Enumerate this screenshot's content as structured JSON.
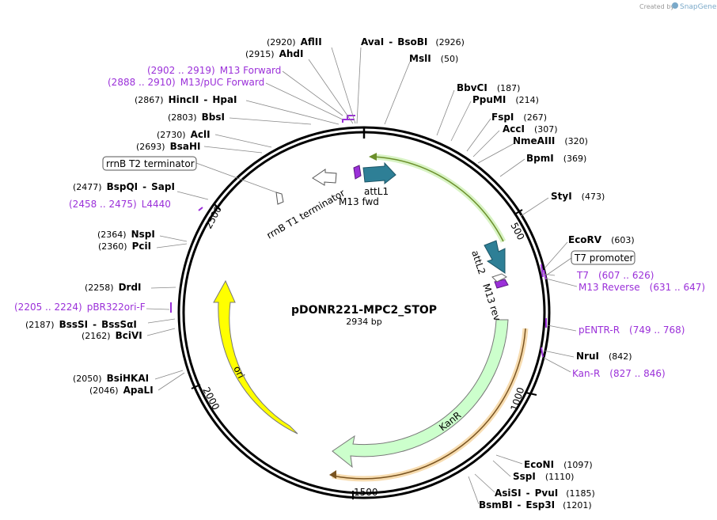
{
  "credit": {
    "prefix": "Created by",
    "brand": "SnapGene"
  },
  "plasmid": {
    "name": "pDONR221-MPC2_STOP",
    "size_text": "2934 bp",
    "length": 2934
  },
  "ticks": [
    "500",
    "1000",
    "1500",
    "2000",
    "2500"
  ],
  "enzymes": [
    {
      "name": "AflII",
      "pos": "(2920)"
    },
    {
      "name": "AhdI",
      "pos": "(2915)"
    },
    {
      "name": "AvaI",
      "sep": "-",
      "name2": "BsoBI",
      "pos": "(2926)"
    },
    {
      "name": "MslI",
      "pos": "(50)"
    },
    {
      "name": "HincII",
      "sep": "-",
      "name2": "HpaI",
      "pos": "(2867)"
    },
    {
      "name": "BbsI",
      "pos": "(2803)"
    },
    {
      "name": "AclI",
      "pos": "(2730)"
    },
    {
      "name": "BsaHI",
      "pos": "(2693)"
    },
    {
      "name": "BbvCI",
      "pos": "(187)"
    },
    {
      "name": "PpuMI",
      "pos": "(214)"
    },
    {
      "name": "FspI",
      "pos": "(267)"
    },
    {
      "name": "AccI",
      "pos": "(307)"
    },
    {
      "name": "NmeAIII",
      "pos": "(320)"
    },
    {
      "name": "BpmI",
      "pos": "(369)"
    },
    {
      "name": "StyI",
      "pos": "(473)"
    },
    {
      "name": "BspQI",
      "sep": "-",
      "name2": "SapI",
      "pos": "(2477)"
    },
    {
      "name": "NspI",
      "pos": "(2364)"
    },
    {
      "name": "PciI",
      "pos": "(2360)"
    },
    {
      "name": "DrdI",
      "pos": "(2258)"
    },
    {
      "name": "BssSI",
      "sep": "-",
      "name2": "BssSαI",
      "pos": "(2187)"
    },
    {
      "name": "BciVI",
      "pos": "(2162)"
    },
    {
      "name": "BsiHKAI",
      "pos": "(2050)"
    },
    {
      "name": "ApaLI",
      "pos": "(2046)"
    },
    {
      "name": "EcoRV",
      "pos": "(603)"
    },
    {
      "name": "NruI",
      "pos": "(842)"
    },
    {
      "name": "EcoNI",
      "pos": "(1097)"
    },
    {
      "name": "SspI",
      "pos": "(1110)"
    },
    {
      "name": "AsiSI",
      "sep": "-",
      "name2": "PvuI",
      "pos": "(1185)"
    },
    {
      "name": "BsmBI",
      "sep": "-",
      "name2": "Esp3I",
      "pos": "(1201)"
    }
  ],
  "primers": [
    {
      "name": "M13 Forward",
      "range": "(2902 .. 2919)"
    },
    {
      "name": "M13/pUC Forward",
      "range": "(2888 .. 2910)"
    },
    {
      "name": "L4440",
      "range": "(2458 .. 2475)"
    },
    {
      "name": "pBR322ori-F",
      "range": "(2205 .. 2224)"
    },
    {
      "name": "T7",
      "range": "(607 .. 626)"
    },
    {
      "name": "M13 Reverse",
      "range": "(631 .. 647)"
    },
    {
      "name": "pENTR-R",
      "range": "(749 .. 768)"
    },
    {
      "name": "Kan-R",
      "range": "(827 .. 846)"
    }
  ],
  "boxed_features": [
    "rrnB T2 terminator",
    "T7 promoter"
  ],
  "features": {
    "attL1": "attL1",
    "m13fwd": "M13 fwd",
    "attL2": "attL2",
    "m13rev": "M13 rev",
    "rrnb_t1": "rrnB T1 terminator",
    "ori": "ori",
    "kanr": "KanR"
  },
  "colors": {
    "backbone": "#000000",
    "attL": "#2e7f96",
    "primer": "#9b30d9",
    "ori": "#ffff00",
    "kanr": "#ccffcc",
    "orf_green": "#9adf6a",
    "orf_orange": "#f2c27a"
  }
}
